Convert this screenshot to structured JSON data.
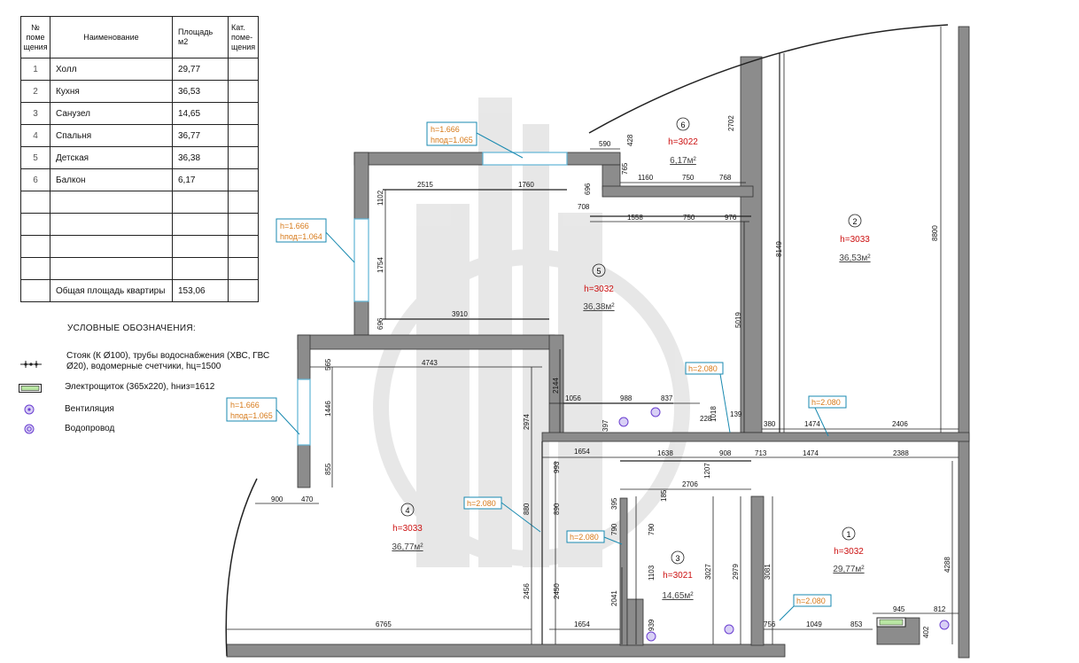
{
  "table": {
    "header": {
      "no": "№ поме щения",
      "name": "Наименование",
      "area": "Площадь м2",
      "cat": "Кат. поме- щения"
    },
    "rows": [
      {
        "no": "1",
        "name": "Холл",
        "area": "29,77"
      },
      {
        "no": "2",
        "name": "Кухня",
        "area": "36,53"
      },
      {
        "no": "3",
        "name": "Санузел",
        "area": "14,65"
      },
      {
        "no": "4",
        "name": "Спальня",
        "area": "36,77"
      },
      {
        "no": "5",
        "name": "Детская",
        "area": "36,38"
      },
      {
        "no": "6",
        "name": "Балкон",
        "area": "6,17"
      }
    ],
    "total_label": "Общая площадь квартиры",
    "total_value": "153,06"
  },
  "legend": {
    "title": "УСЛОВНЫЕ ОБОЗНАЧЕНИЯ:",
    "riser": "Стояк (К Ø100), трубы водоснабжения (ХВС, ГВС Ø20), водомерные счетчики, hц=1500",
    "panel": "Электрощиток (365х220), hниз=1612",
    "vent": "Вентиляция",
    "water": "Водопровод"
  },
  "rooms": [
    {
      "no": "1",
      "h": "h=3032",
      "area": "29,77м²"
    },
    {
      "no": "2",
      "h": "h=3033",
      "area": "36,53м²"
    },
    {
      "no": "3",
      "h": "h=3021",
      "area": "14,65м²"
    },
    {
      "no": "4",
      "h": "h=3033",
      "area": "36,77м²"
    },
    {
      "no": "5",
      "h": "h=3032",
      "area": "36,38м²"
    },
    {
      "no": "6",
      "h": "h=3022",
      "area": "6,17м²"
    }
  ],
  "tags": {
    "win_h": "h=1.666",
    "win_sill_a": "hпод=1.065",
    "win_sill_b": "hпод=1.064",
    "door_h": "h=2.080"
  },
  "dims": {
    "d590": "590",
    "d428": "428",
    "d765": "765",
    "d1160": "1160",
    "d750a": "750",
    "d768": "768",
    "d2702": "2702",
    "d8149": "8149",
    "d8800": "8800",
    "d2515": "2515",
    "d1760": "1760",
    "d1102": "1102",
    "d696a": "696",
    "d708": "708",
    "d1558": "1558",
    "d750b": "750",
    "d976": "976",
    "d1754": "1754",
    "d696b": "696",
    "d3910": "3910",
    "d5019": "5019",
    "d4743": "4743",
    "d565": "565",
    "d2144": "2144",
    "d1056": "1056",
    "d988": "988",
    "d837": "837",
    "d1018": "1018",
    "d139": "139",
    "d228": "228",
    "d380": "380",
    "d1474a": "1474",
    "d2406": "2406",
    "d1446": "1446",
    "d2974": "2974",
    "d397": "397",
    "d1654a": "1654",
    "d1638": "1638",
    "d908": "908",
    "d713": "713",
    "d1474b": "1474",
    "d2388": "2388",
    "d855": "855",
    "d993": "993",
    "d1207": "1207",
    "d2706": "2706",
    "d900": "900",
    "d470": "470",
    "d880": "880",
    "d890": "890",
    "d395": "395",
    "d185": "185",
    "d790a": "790",
    "d790b": "790",
    "d3027": "3027",
    "d2979": "2979",
    "d3081": "3081",
    "d4288": "4288",
    "d1103": "1103",
    "d2456": "2456",
    "d2450": "2450",
    "d2041": "2041",
    "d939": "939",
    "d6765": "6765",
    "d1654b": "1654",
    "d756": "756",
    "d1049": "1049",
    "d853": "853",
    "d945": "945",
    "d812": "812",
    "d402": "402"
  },
  "colors": {
    "wall": "#8c8c8c",
    "room_tag": "#cc1111",
    "callout": "#1a8ab0",
    "callout_text": "#d77a1a",
    "window": "#5fb3d6"
  }
}
